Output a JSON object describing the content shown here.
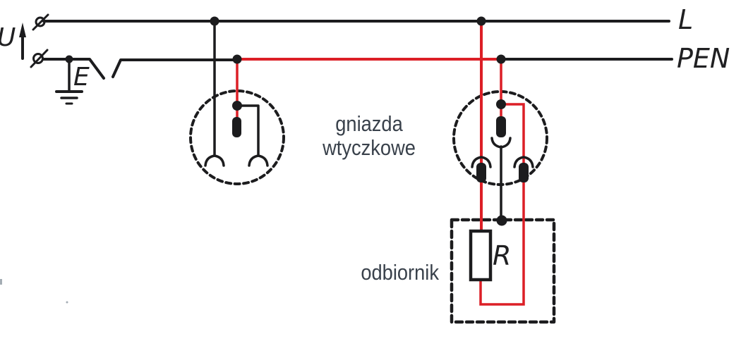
{
  "diagram": {
    "kind": "electrical-schematic",
    "labels": {
      "voltage": "U",
      "earth": "E",
      "line_l": "L",
      "line_pen": "PEN",
      "sockets_line1": "gniazda",
      "sockets_line2": "wtyczkowe",
      "load": "odbiornik",
      "resistor": "R"
    },
    "colors": {
      "wire_black": "#1c1c1e",
      "wire_red": "#dc1f26",
      "label_gray": "#39414b",
      "background": "#ffffff"
    },
    "icons": {
      "terminal": "circle-slash",
      "voltage_arrow": "arrow-up",
      "earth_ground": "ground-bars",
      "junction": "filled-dot",
      "pen_break": "open-gap",
      "socket_outline": "dashed-circle",
      "socket_contact": "arc-contact",
      "earth_pin": "filled-pin",
      "plug_pin": "filled-pin",
      "load_outline": "dashed-box",
      "resistor": "rect-outline"
    }
  }
}
